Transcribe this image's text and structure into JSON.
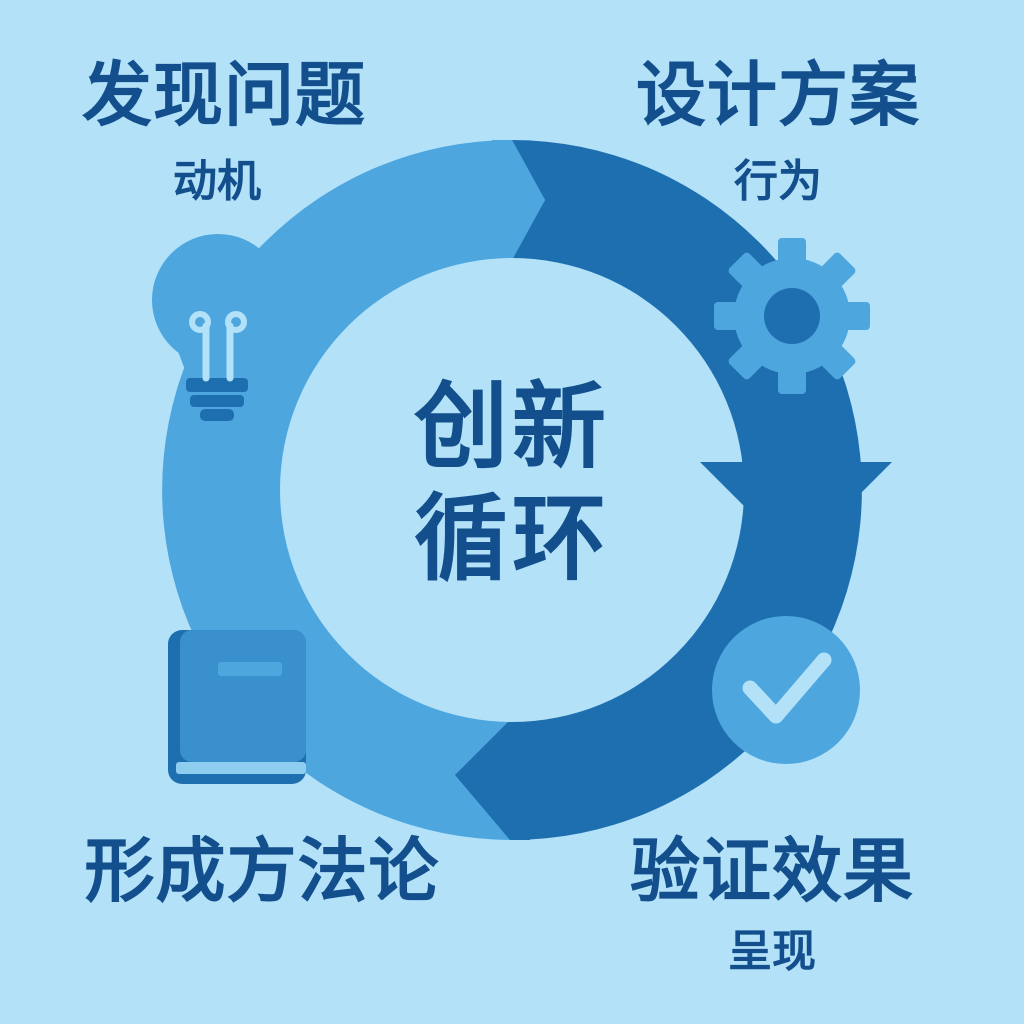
{
  "center": {
    "line1": "创新",
    "line2": "循环"
  },
  "stages": {
    "top_left": {
      "title": "发现问题",
      "subtitle": "动机",
      "icon": "lightbulb-icon"
    },
    "top_right": {
      "title": "设计方案",
      "subtitle": "行为",
      "icon": "gear-icon"
    },
    "bottom_right": {
      "title": "验证效果",
      "subtitle": "呈现",
      "icon": "checkmark-icon"
    },
    "bottom_left": {
      "title": "形成方法论",
      "icon": "book-icon"
    }
  },
  "colors": {
    "background": "#b2e1f8",
    "ring_light": "#4ea6de",
    "ring_dark": "#1e6fb0",
    "icon_fill": "#4ea6de",
    "text": "#124f8c"
  }
}
